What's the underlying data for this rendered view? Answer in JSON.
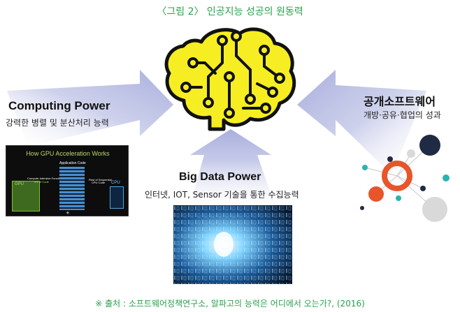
{
  "title": "〈그림 2〉 인공지능 성공의 원동력",
  "brain": {
    "icon": "brain-circuit-icon",
    "fill": "#f6ee22",
    "stroke": "#111111"
  },
  "computing": {
    "heading": "Computing Power",
    "subtitle": "강력한 병렬 및 분산처리 능력",
    "image": {
      "title": "How GPU Acceleration Works",
      "app_code": "Application Code",
      "gpu_label": "GPU",
      "cpu_label": "CPU",
      "compute_fn": "Compute-Intensive Functions",
      "code_pct": "5% of Code",
      "rest_code": "Rest of Sequential",
      "cpu_code": "CPU Code",
      "plus": "+"
    }
  },
  "bigdata": {
    "heading": "Big Data Power",
    "subtitle": "인터넷, IOT, Sensor 기술을 통한 수집능력"
  },
  "opensource": {
    "heading": "공개소프트웨어",
    "subtitle": "개방·공유·협업의 성과"
  },
  "colors": {
    "arrow": "#b8bde3",
    "title_green": "#2aa04a",
    "gpu_green": "#7fbf3a",
    "dot_orange": "#e8552b",
    "dot_navy": "#1f2a44",
    "dot_teal": "#2bb3b1",
    "dot_gray": "#d9d9d9"
  },
  "source": "※ 출처 : 소프트웨어정책연구소, 알파고의 능력은 어디에서 오는가?, (2016)"
}
